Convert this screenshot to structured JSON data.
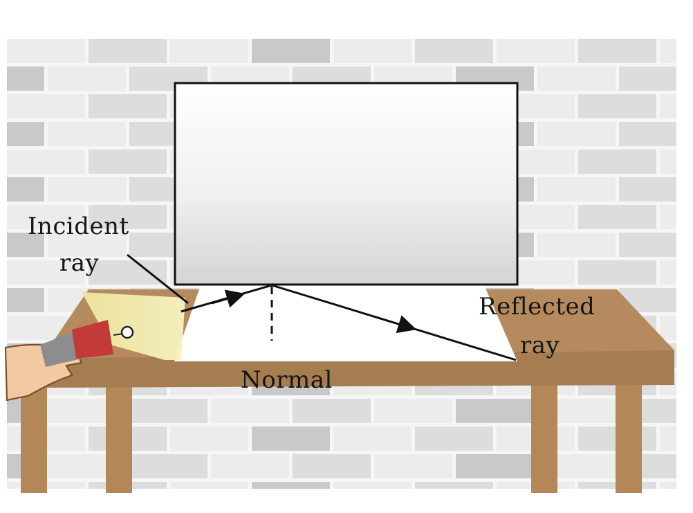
{
  "labels": {
    "incident_line1": "Incident",
    "incident_line2": "ray",
    "reflected_line1": "Reflected",
    "reflected_line2": "ray",
    "normal": "Normal"
  },
  "colors": {
    "wall_light": "#ececec",
    "wall_mid": "#dddddd",
    "wall_dark": "#c9c9c9",
    "mortar": "#f6f6f6",
    "table_top": "#b58a5f",
    "table_edge": "#a67c51",
    "table_leg": "#b38758",
    "paper": "#ffffff",
    "mirror_border": "#111111",
    "beam": "#f5efb4",
    "torch_red": "#c23a3a",
    "torch_body": "#8d8d8d",
    "skin": "#f1c9a3",
    "ink": "#111111"
  },
  "icons": {
    "torch": "torch-icon",
    "hand": "hand-icon"
  }
}
